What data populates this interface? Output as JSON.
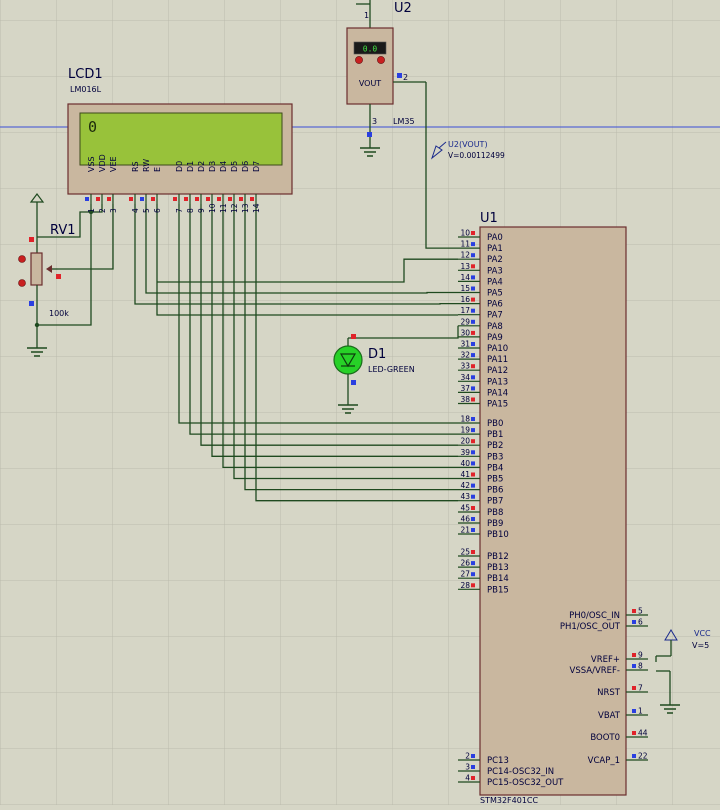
{
  "lcd": {
    "ref": "LCD1",
    "model": "LM016L",
    "display_text": "0",
    "pins": [
      {
        "name": "VSS",
        "num": "1"
      },
      {
        "name": "VDD",
        "num": "2"
      },
      {
        "name": "VEE",
        "num": "3"
      },
      {
        "name": "RS",
        "num": "4"
      },
      {
        "name": "RW",
        "num": "5"
      },
      {
        "name": "E",
        "num": "6"
      },
      {
        "name": "D0",
        "num": "7"
      },
      {
        "name": "D1",
        "num": "8"
      },
      {
        "name": "D2",
        "num": "9"
      },
      {
        "name": "D3",
        "num": "10"
      },
      {
        "name": "D4",
        "num": "11"
      },
      {
        "name": "D5",
        "num": "12"
      },
      {
        "name": "D6",
        "num": "13"
      },
      {
        "name": "D7",
        "num": "14"
      }
    ]
  },
  "sensor": {
    "ref": "U2",
    "model": "LM35",
    "display": "0.0",
    "vout_label": "VOUT",
    "pin_top": "1",
    "pin_vout": "2",
    "pin_gnd": "3"
  },
  "probe": {
    "label": "U2(VOUT)",
    "value": "V=0.00112499"
  },
  "pot": {
    "ref": "RV1",
    "value": "100k"
  },
  "led": {
    "ref": "D1",
    "type": "LED-GREEN"
  },
  "mcu": {
    "ref": "U1",
    "part": "STM32F401CC",
    "left_pins": [
      {
        "num": "10",
        "name": "PA0"
      },
      {
        "num": "11",
        "name": "PA1"
      },
      {
        "num": "12",
        "name": "PA2"
      },
      {
        "num": "13",
        "name": "PA3"
      },
      {
        "num": "14",
        "name": "PA4"
      },
      {
        "num": "15",
        "name": "PA5"
      },
      {
        "num": "16",
        "name": "PA6"
      },
      {
        "num": "17",
        "name": "PA7"
      },
      {
        "num": "29",
        "name": "PA8"
      },
      {
        "num": "30",
        "name": "PA9"
      },
      {
        "num": "31",
        "name": "PA10"
      },
      {
        "num": "32",
        "name": "PA11"
      },
      {
        "num": "33",
        "name": "PA12"
      },
      {
        "num": "34",
        "name": "PA13"
      },
      {
        "num": "37",
        "name": "PA14"
      },
      {
        "num": "38",
        "name": "PA15"
      },
      {
        "num": "18",
        "name": "PB0"
      },
      {
        "num": "19",
        "name": "PB1"
      },
      {
        "num": "20",
        "name": "PB2"
      },
      {
        "num": "39",
        "name": "PB3"
      },
      {
        "num": "40",
        "name": "PB4"
      },
      {
        "num": "41",
        "name": "PB5"
      },
      {
        "num": "42",
        "name": "PB6"
      },
      {
        "num": "43",
        "name": "PB7"
      },
      {
        "num": "45",
        "name": "PB8"
      },
      {
        "num": "46",
        "name": "PB9"
      },
      {
        "num": "21",
        "name": "PB10"
      },
      {
        "num": "25",
        "name": "PB12"
      },
      {
        "num": "26",
        "name": "PB13"
      },
      {
        "num": "27",
        "name": "PB14"
      },
      {
        "num": "28",
        "name": "PB15"
      },
      {
        "num": "2",
        "name": "PC13"
      },
      {
        "num": "3",
        "name": "PC14-OSC32_IN"
      },
      {
        "num": "4",
        "name": "PC15-OSC32_OUT"
      }
    ],
    "right_pins": [
      {
        "num": "5",
        "name": "PH0/OSC_IN"
      },
      {
        "num": "6",
        "name": "PH1/OSC_OUT"
      },
      {
        "num": "9",
        "name": "VREF+"
      },
      {
        "num": "8",
        "name": "VSSA/VREF-"
      },
      {
        "num": "7",
        "name": "NRST"
      },
      {
        "num": "1",
        "name": "VBAT"
      },
      {
        "num": "44",
        "name": "BOOT0"
      },
      {
        "num": "22",
        "name": "VCAP_1"
      }
    ]
  },
  "vcc": {
    "label": "VCC",
    "value": "V=5"
  },
  "colors": {
    "background": "#d6d6c6",
    "grid": "#bfbfb0",
    "wire": "#1f4a1f",
    "body": "#c9b79f",
    "body_stroke": "#6b2e2e",
    "lcd_screen": "#98c23a",
    "label": "#00003c",
    "pin_red": "#e0232a",
    "pin_blue": "#2a3fe0",
    "led": "#27d127",
    "probe": "#1a2a8c"
  }
}
